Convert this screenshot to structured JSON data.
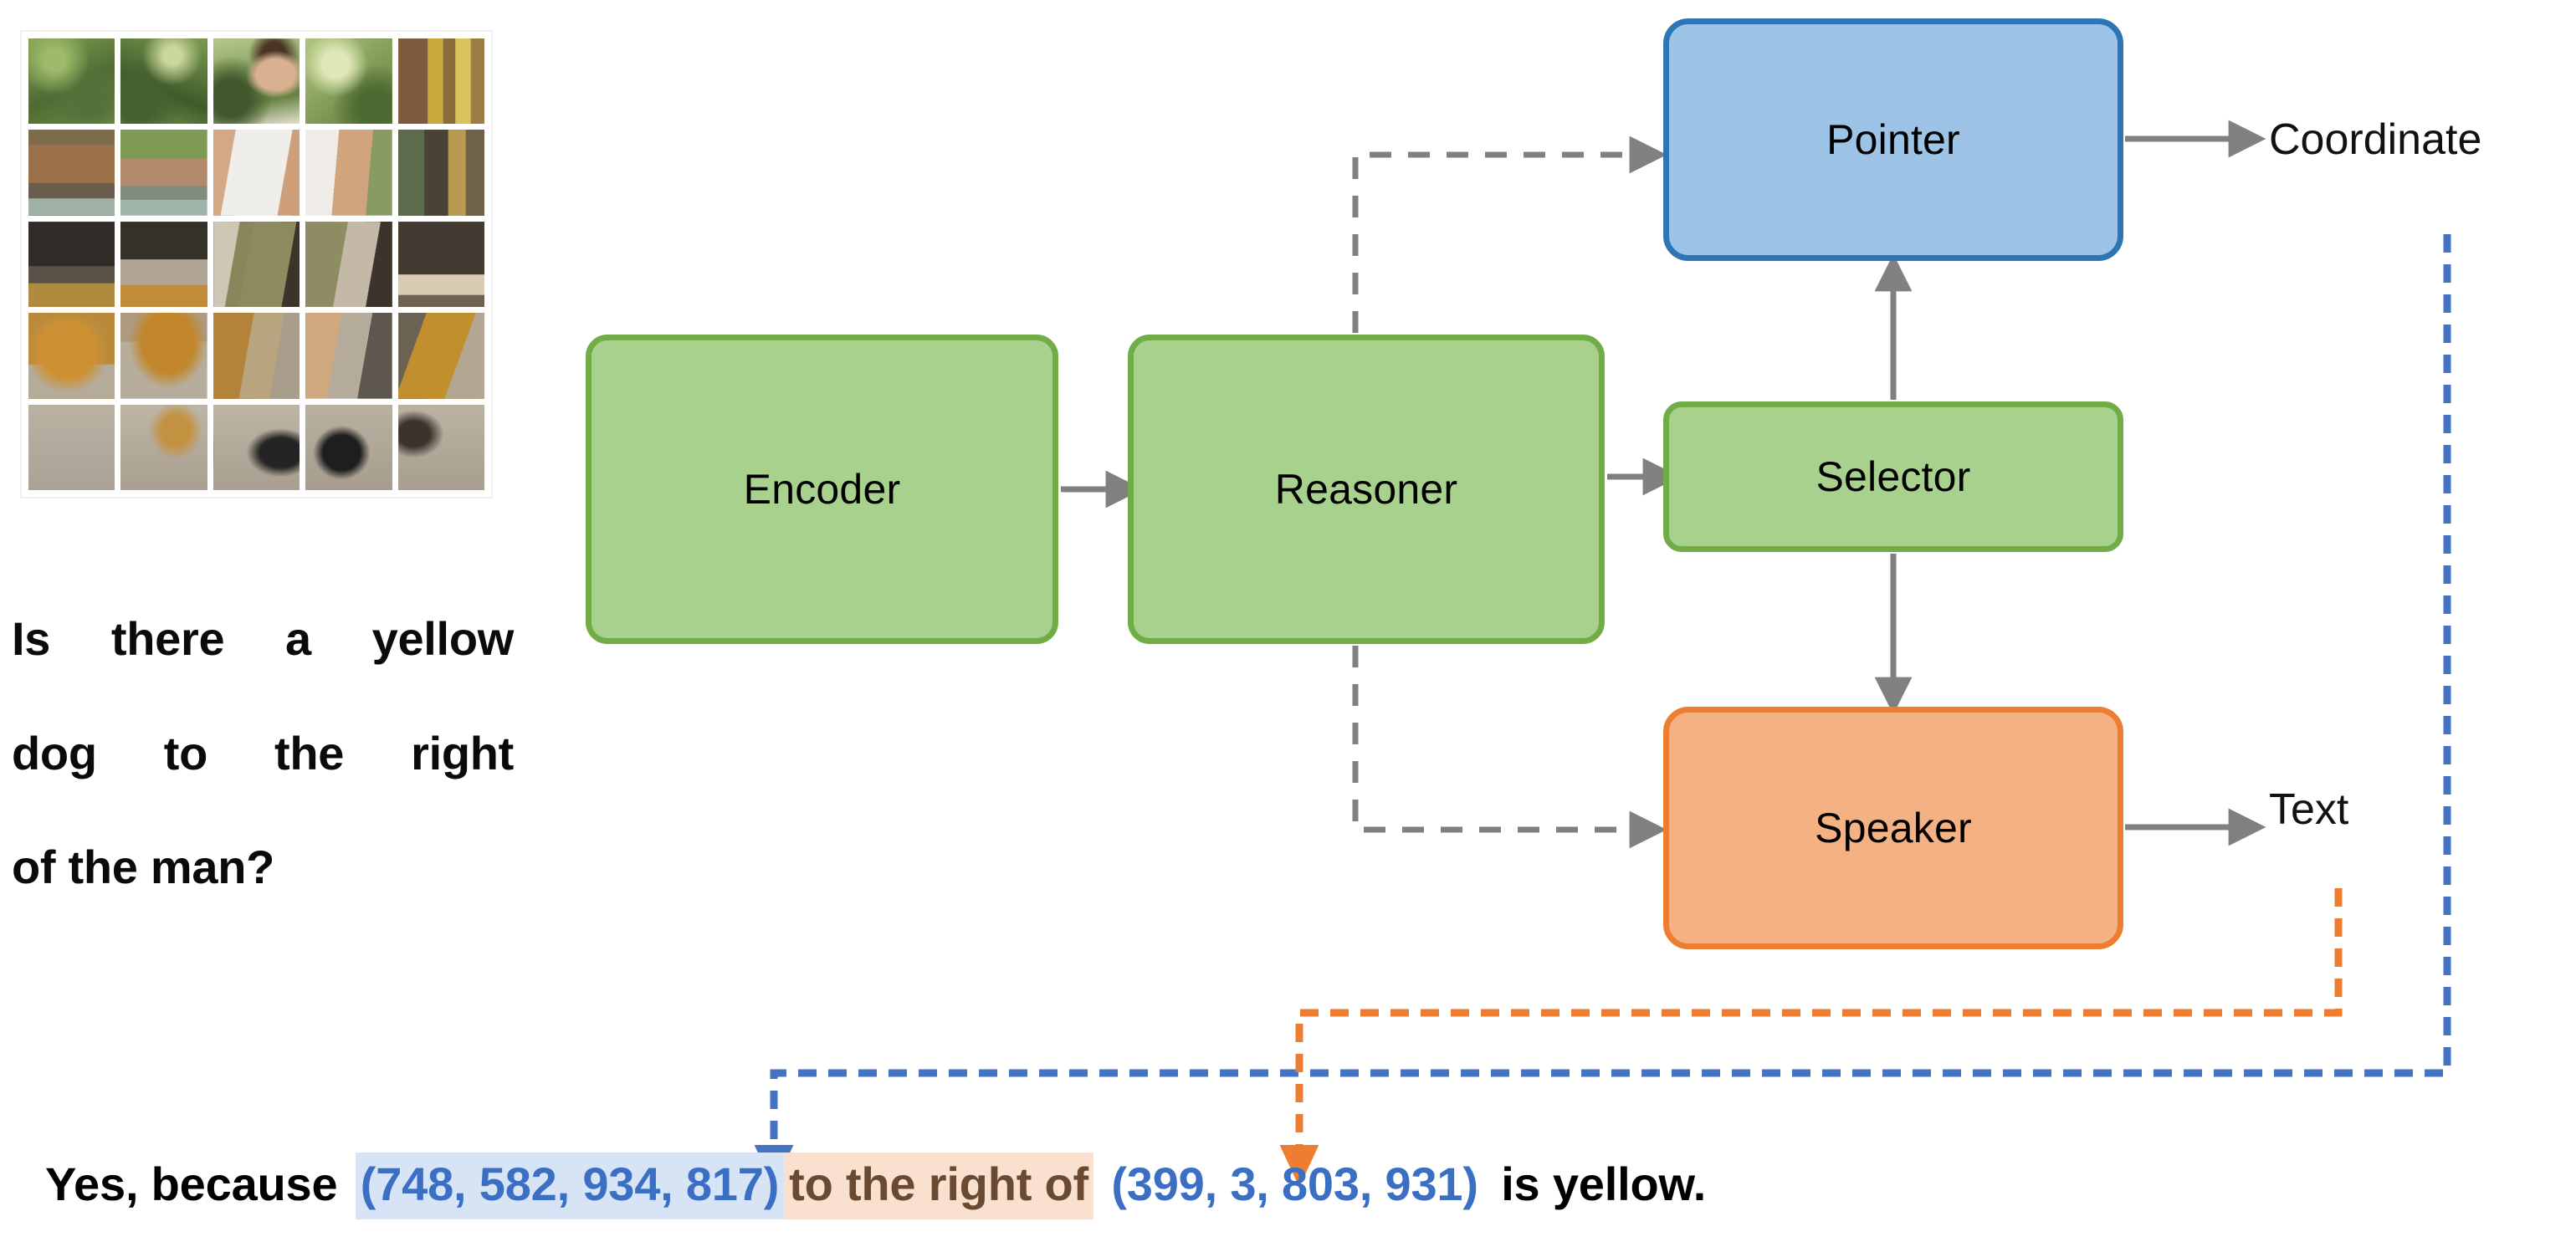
{
  "question": {
    "lines": [
      "Is there a yellow",
      "dog to the right",
      "of the man?"
    ],
    "full_text": "Is there a yellow dog to the right of the man?"
  },
  "diagram": {
    "nodes": [
      {
        "id": "encoder",
        "label": "Encoder",
        "color_fill": "#A9D18E",
        "color_border": "#70AD47"
      },
      {
        "id": "reasoner",
        "label": "Reasoner",
        "color_fill": "#A9D18E",
        "color_border": "#70AD47"
      },
      {
        "id": "selector",
        "label": "Selector",
        "color_fill": "#A9D18E",
        "color_border": "#70AD47"
      },
      {
        "id": "pointer",
        "label": "Pointer",
        "color_fill": "#9DC3E6",
        "color_border": "#2E75B6"
      },
      {
        "id": "speaker",
        "label": "Speaker",
        "color_fill": "#F4B183",
        "color_border": "#ED7D31"
      }
    ],
    "outputs": [
      {
        "id": "coordinate",
        "label": "Coordinate"
      },
      {
        "id": "text",
        "label": "Text"
      }
    ],
    "edge_colors": {
      "solid": "#808080",
      "dashed_gray": "#808080",
      "dashed_blue": "#4472C4",
      "dashed_orange": "#ED7D31"
    }
  },
  "answer": {
    "segments": [
      {
        "text": "Yes, because",
        "style": "plain"
      },
      {
        "text": "(748, 582, 934, 817)",
        "style": "hl-blue"
      },
      {
        "text": "to the right of",
        "style": "hl-orange"
      },
      {
        "text": "(399, 3, 803, 931)",
        "style": "coord"
      },
      {
        "text": "is yellow.",
        "style": "plain"
      }
    ],
    "full_text": "Yes, because (748, 582, 934, 817) to the right of (399, 3, 803, 931) is yellow."
  },
  "image_grid": {
    "rows": 5,
    "columns": 5,
    "description": "5x5 grid of image patches showing a man in a white tank top walking a yellow dog on a city sidewalk",
    "patches": [
      "#6f8a4b",
      "#6d8a4e",
      "#7e8f5c",
      "#93a86a",
      "#b0a044",
      "#8a6a4d",
      "#8f7c56",
      "#cfc3b4",
      "#c9b9a4",
      "#7d6a4a",
      "#4c4439",
      "#5a5147",
      "#9b8f77",
      "#a79a7f",
      "#6e6658",
      "#b5822f",
      "#bd8b37",
      "#a58b55",
      "#b09572",
      "#8a6c33",
      "#b4ab9c",
      "#b7ad9e",
      "#b2a898",
      "#9a9186",
      "#b0a696"
    ]
  }
}
